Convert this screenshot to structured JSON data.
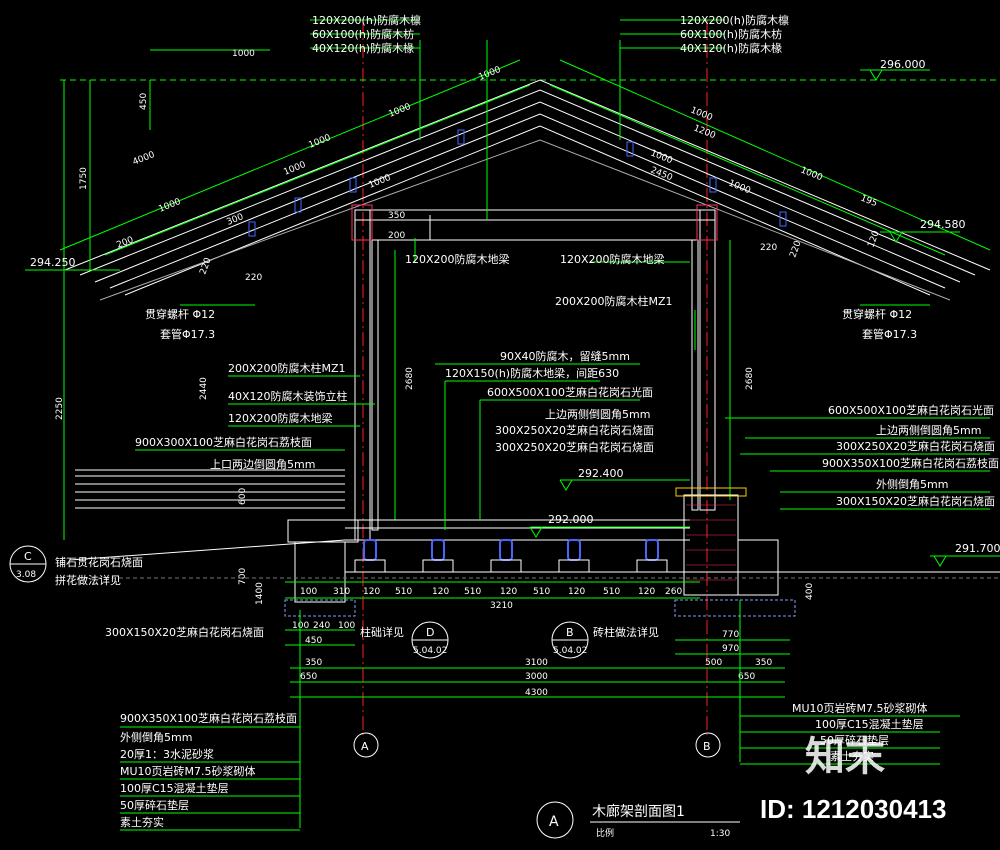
{
  "colors": {
    "background": "#000000",
    "leader": "#00ff00",
    "structure": "#ffffff",
    "axis": "#ff2020",
    "dim": "#00ff00",
    "wood": "#ff3060",
    "detail": "#4466ff"
  },
  "elevations": {
    "top": "296.000",
    "eave_right": "294.580",
    "eave_left": "294.250",
    "bench": "292.400",
    "floor": "292.000",
    "ground": "291.700"
  },
  "roof_labels_left": [
    "120X200(h)防腐木檩",
    "60X100(h)防腐木枋",
    "40X120(h)防腐木椽"
  ],
  "roof_labels_right": [
    "120X200(h)防腐木檩",
    "60X100(h)防腐木枋",
    "40X120(h)防腐木椽"
  ],
  "beam_left": "120X200防腐木地梁",
  "beam_right": "120X200防腐木地梁",
  "column_right": "200X200防腐木柱MZ1",
  "bolt_left": "贯穿螺杆 Φ12",
  "bolt_right": "贯穿螺杆 Φ12",
  "sleeve_left": "套管Φ17.3",
  "sleeve_right": "套管Φ17.3",
  "left_callouts": [
    "200X200防腐木柱MZ1",
    "40X120防腐木装饰立柱",
    "120X200防腐木地梁",
    "900X300X100芝麻白花岗石荔枝面",
    "上口两边倒圆角5mm"
  ],
  "center_callouts": [
    "90X40防腐木，留缝5mm",
    "120X150(h)防腐木地梁，间距630",
    "600X500X100芝麻白花岗石光面",
    "上边两侧倒圆角5mm",
    "300X250X20芝麻白花岗石烧面",
    "300X250X20芝麻白花岗石烧面"
  ],
  "right_callouts": [
    "600X500X100芝麻白花岗石光面",
    "上边两侧倒圆角5mm",
    "300X250X20芝麻白花岗石烧面",
    "900X350X100芝麻白花岗石荔枝面",
    "外侧倒角5mm",
    "300X150X20芝麻白花岗石烧面"
  ],
  "left_paving": [
    "铺石贯花岗石烧面",
    "拼花做法详见"
  ],
  "left_bottom_callout": "300X150X20芝麻白花岗石烧面",
  "section_marks": [
    {
      "letter": "C",
      "ref": "3.08"
    },
    {
      "letter": "D",
      "ref": "5.04.02",
      "label": "柱础详见"
    },
    {
      "letter": "B",
      "ref": "5.04.02",
      "label": "砖柱做法详见"
    }
  ],
  "left_foundation": [
    "900X350X100芝麻白花岗石荔枝面",
    "外侧倒角5mm",
    "20厚1：3水泥砂浆",
    "MU10页岩砖M7.5砂浆砌体",
    "100厚C15混凝土垫层",
    "50厚碎石垫层",
    "素土夯实"
  ],
  "right_foundation": [
    "MU10页岩砖M7.5砂浆砌体",
    "100厚C15混凝土垫层",
    "50厚碎石垫层",
    "素土夯实"
  ],
  "axes": [
    "A",
    "B"
  ],
  "dims_bottom_row1": [
    "100",
    "310",
    "120",
    "510",
    "120",
    "510",
    "120",
    "510",
    "120",
    "510",
    "120",
    "260"
  ],
  "dims_total_inner": "3210",
  "dims_row3": [
    "350",
    "3100",
    "350"
  ],
  "dims_row4": [
    "650",
    "3000",
    "650"
  ],
  "dims_total": "4300",
  "dims_misc": [
    "1000",
    "450",
    "1750",
    "4000",
    "2250",
    "2440",
    "2680",
    "2680",
    "600",
    "700",
    "1400",
    "400",
    "450",
    "770",
    "970",
    "500",
    "350",
    "200",
    "100",
    "240",
    "100"
  ],
  "roof_dims_left": [
    "1000",
    "1000",
    "1000",
    "1000",
    "300",
    "200",
    "220",
    "220",
    "1000",
    "1000"
  ],
  "roof_dims_right": [
    "1000",
    "1000",
    "1000",
    "1000",
    "1200",
    "2450",
    "195",
    "120",
    "220",
    "220"
  ],
  "title": {
    "letter": "A",
    "name": "木廊架剖面图1",
    "scale_label": "比例",
    "scale": "1:30"
  },
  "watermark_id": "ID: 1212030413",
  "logo_text": "知末"
}
